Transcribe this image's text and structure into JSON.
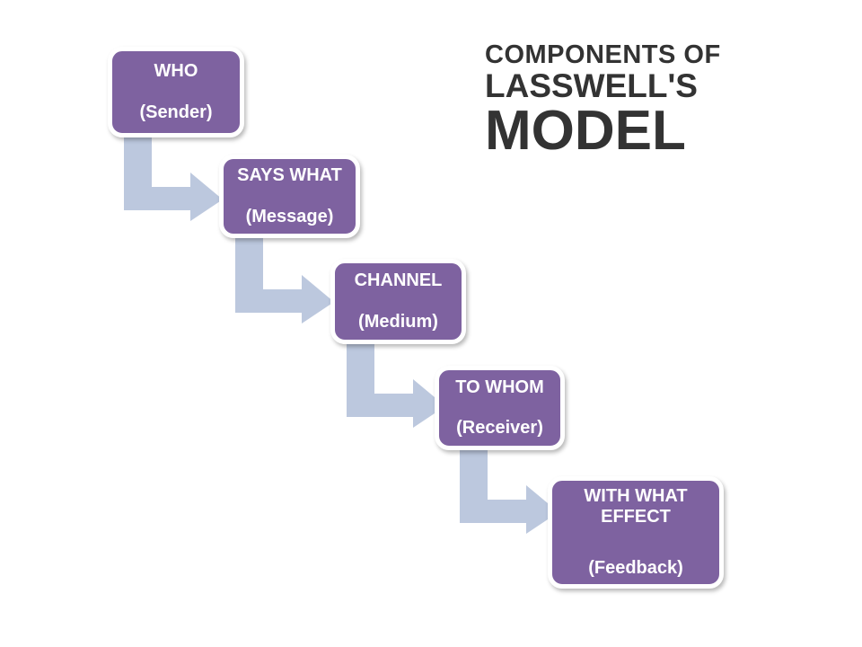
{
  "title": {
    "line1": "COMPONENTS OF",
    "line2": "LASSWELL'S",
    "line3": "MODEL"
  },
  "colors": {
    "box_fill": "#7e62a0",
    "box_border": "#ffffff",
    "arrow": "#bcc8de",
    "title_text": "#333333",
    "box_text": "#ffffff",
    "background": "#ffffff"
  },
  "diagram": {
    "type": "flowchart",
    "direction": "stepped-down-right",
    "nodes": [
      {
        "id": "who",
        "label": "WHO",
        "sublabel": "(Sender)"
      },
      {
        "id": "says-what",
        "label": "SAYS WHAT",
        "sublabel": "(Message)"
      },
      {
        "id": "channel",
        "label": "CHANNEL",
        "sublabel": "(Medium)"
      },
      {
        "id": "to-whom",
        "label": "TO WHOM",
        "sublabel": "(Receiver)"
      },
      {
        "id": "with-what-effect",
        "label": "WITH WHAT\nEFFECT",
        "sublabel": "(Feedback)"
      }
    ],
    "connectors": [
      {
        "from": "who",
        "to": "says-what",
        "shape": "elbow-down-right"
      },
      {
        "from": "says-what",
        "to": "channel",
        "shape": "elbow-down-right"
      },
      {
        "from": "channel",
        "to": "to-whom",
        "shape": "elbow-down-right"
      },
      {
        "from": "to-whom",
        "to": "with-what-effect",
        "shape": "elbow-down-right"
      }
    ]
  }
}
